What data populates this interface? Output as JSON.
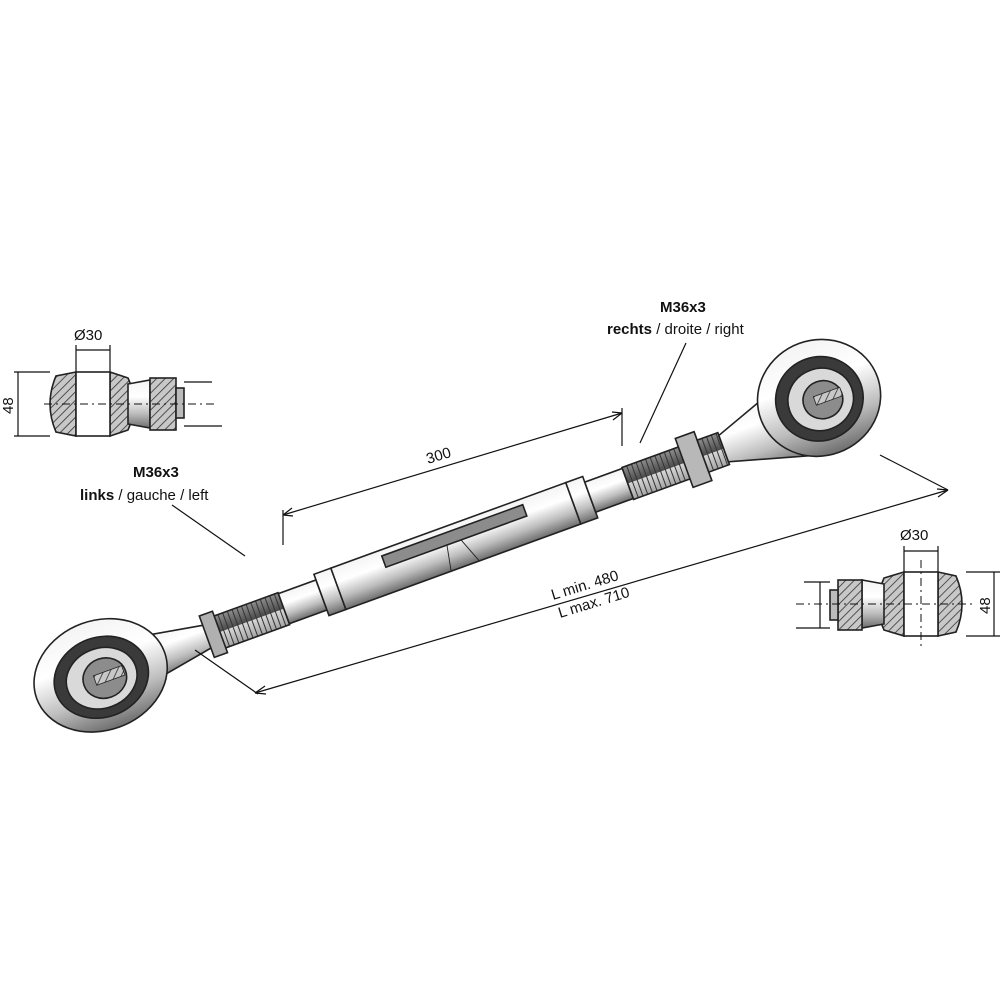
{
  "labels": {
    "thread_left_size": "M36x3",
    "thread_left_dir_bold": "links",
    "thread_left_dir_rest": " / gauche / left",
    "thread_right_size": "M36x3",
    "thread_right_dir_bold": "rechts",
    "thread_right_dir_rest": " / droite / right",
    "tube_length": "300",
    "length_min": "L min. 480",
    "length_max": "L max. 710",
    "left_detail_diameter": "Ø30",
    "left_detail_width": "48",
    "right_detail_diameter": "Ø30",
    "right_detail_width": "48"
  }
}
